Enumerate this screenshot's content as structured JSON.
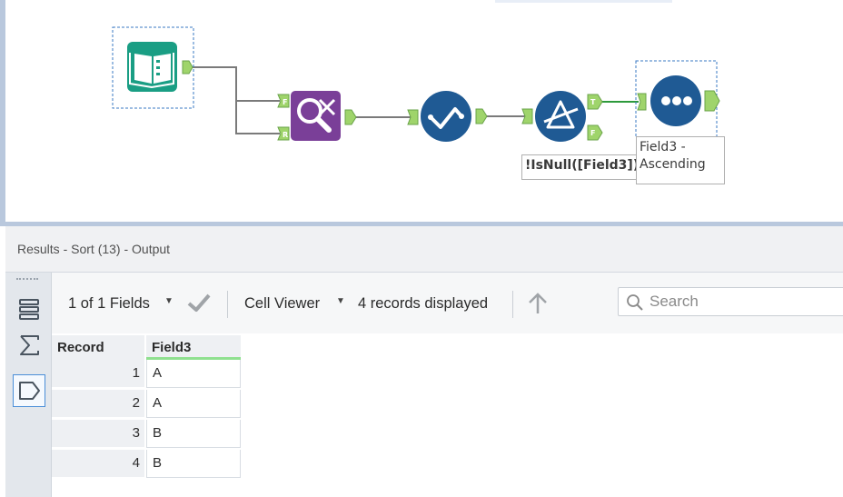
{
  "workflow": {
    "filter_label": "!IsNull([Field3])",
    "sort_label": "Field3 -\nAscending",
    "anchors": {
      "join_f": "F",
      "join_r": "R",
      "filter_t": "T",
      "filter_f": "F"
    },
    "tools": [
      "input-data",
      "find-replace",
      "select",
      "filter",
      "sort"
    ],
    "colors": {
      "input_tool": "#1a9e84",
      "find_replace_tool": "#7a3f98",
      "blue_tools": "#1f5a94",
      "anchor": "#9fd46b",
      "connection": "#7a7a7a",
      "connection_active": "#2e9a3c"
    }
  },
  "results": {
    "title": "Results - Sort (13) - Output",
    "toolbar": {
      "fields_label": "1 of 1 Fields",
      "viewer_label": "Cell Viewer",
      "records_text": "4 records displayed",
      "search_placeholder": "Search"
    },
    "columns": [
      "Record",
      "Field3"
    ],
    "rows": [
      {
        "record": "1",
        "field3": "A"
      },
      {
        "record": "2",
        "field3": "A"
      },
      {
        "record": "3",
        "field3": "B"
      },
      {
        "record": "4",
        "field3": "B"
      }
    ]
  }
}
